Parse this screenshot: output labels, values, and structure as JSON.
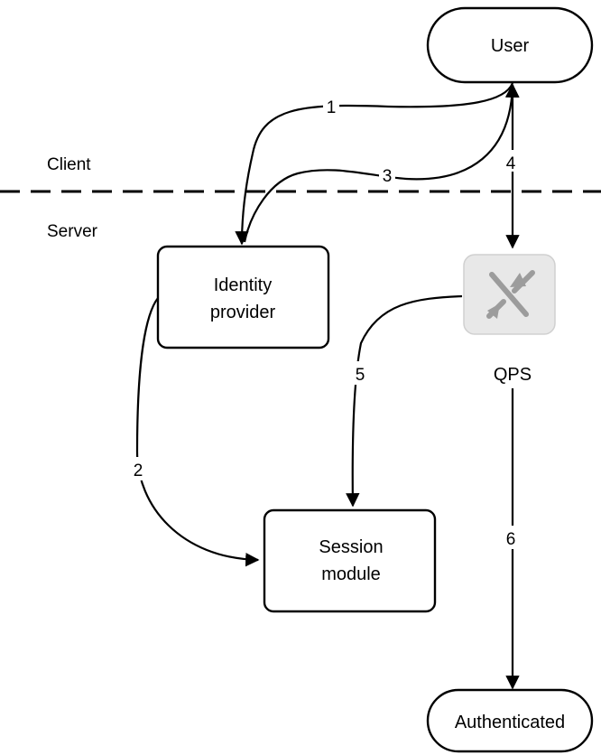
{
  "zones": {
    "client": "Client",
    "server": "Server"
  },
  "nodes": {
    "user": "User",
    "identity_provider": [
      "Identity",
      "provider"
    ],
    "qps": "QPS",
    "session_module": [
      "Session",
      "module"
    ],
    "authenticated": "Authenticated"
  },
  "steps": {
    "s1": "1",
    "s2": "2",
    "s3": "3",
    "s4": "4",
    "s5": "5",
    "s6": "6"
  },
  "icons": {
    "qps": "proxy-arrows-icon"
  },
  "colors": {
    "line": "#000000",
    "qps_icon_bg": "#e6e6e6",
    "qps_icon_glyph": "#9c9c9c"
  }
}
